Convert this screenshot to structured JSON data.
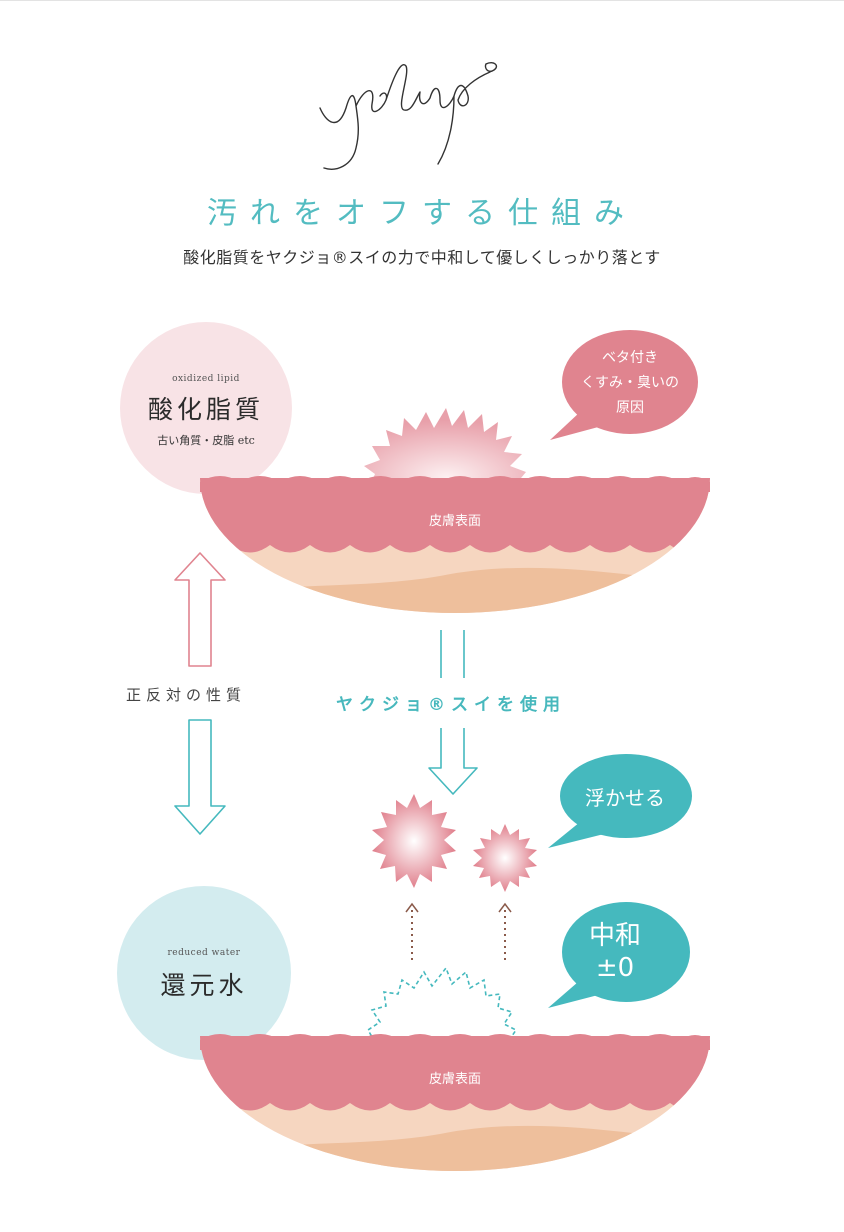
{
  "brand": {
    "logo_text": "yalayo"
  },
  "header": {
    "title": "汚れをオフする仕組み",
    "subtitle": "酸化脂質をヤクジョ®スイの力で中和して優しくしっかり落とす"
  },
  "lipid_circle": {
    "english": "oxidized lipid",
    "title": "酸化脂質",
    "detail": "古い角質・皮脂 etc"
  },
  "water_circle": {
    "english": "reduced water",
    "title": "還元水"
  },
  "bubble_pink": {
    "lines": [
      "ベタ付き",
      "くすみ・臭いの",
      "原因"
    ]
  },
  "bubble_float": {
    "text": "浮かせる"
  },
  "bubble_neutral": {
    "line1": "中和",
    "line2": "±0"
  },
  "labels": {
    "opposite": "正反対の性質",
    "use": "ヤクジョ®スイを使用"
  },
  "skin_top": {
    "label": "皮膚表面"
  },
  "skin_bottom": {
    "label": "皮膚表面"
  },
  "colors": {
    "teal": "#45b9be",
    "pink": "#e0848f",
    "pink_light": "#f8e3e6",
    "blue_light": "#d3ecef",
    "peach": "#f6d6c0",
    "peach_dark": "#eebf9c"
  }
}
